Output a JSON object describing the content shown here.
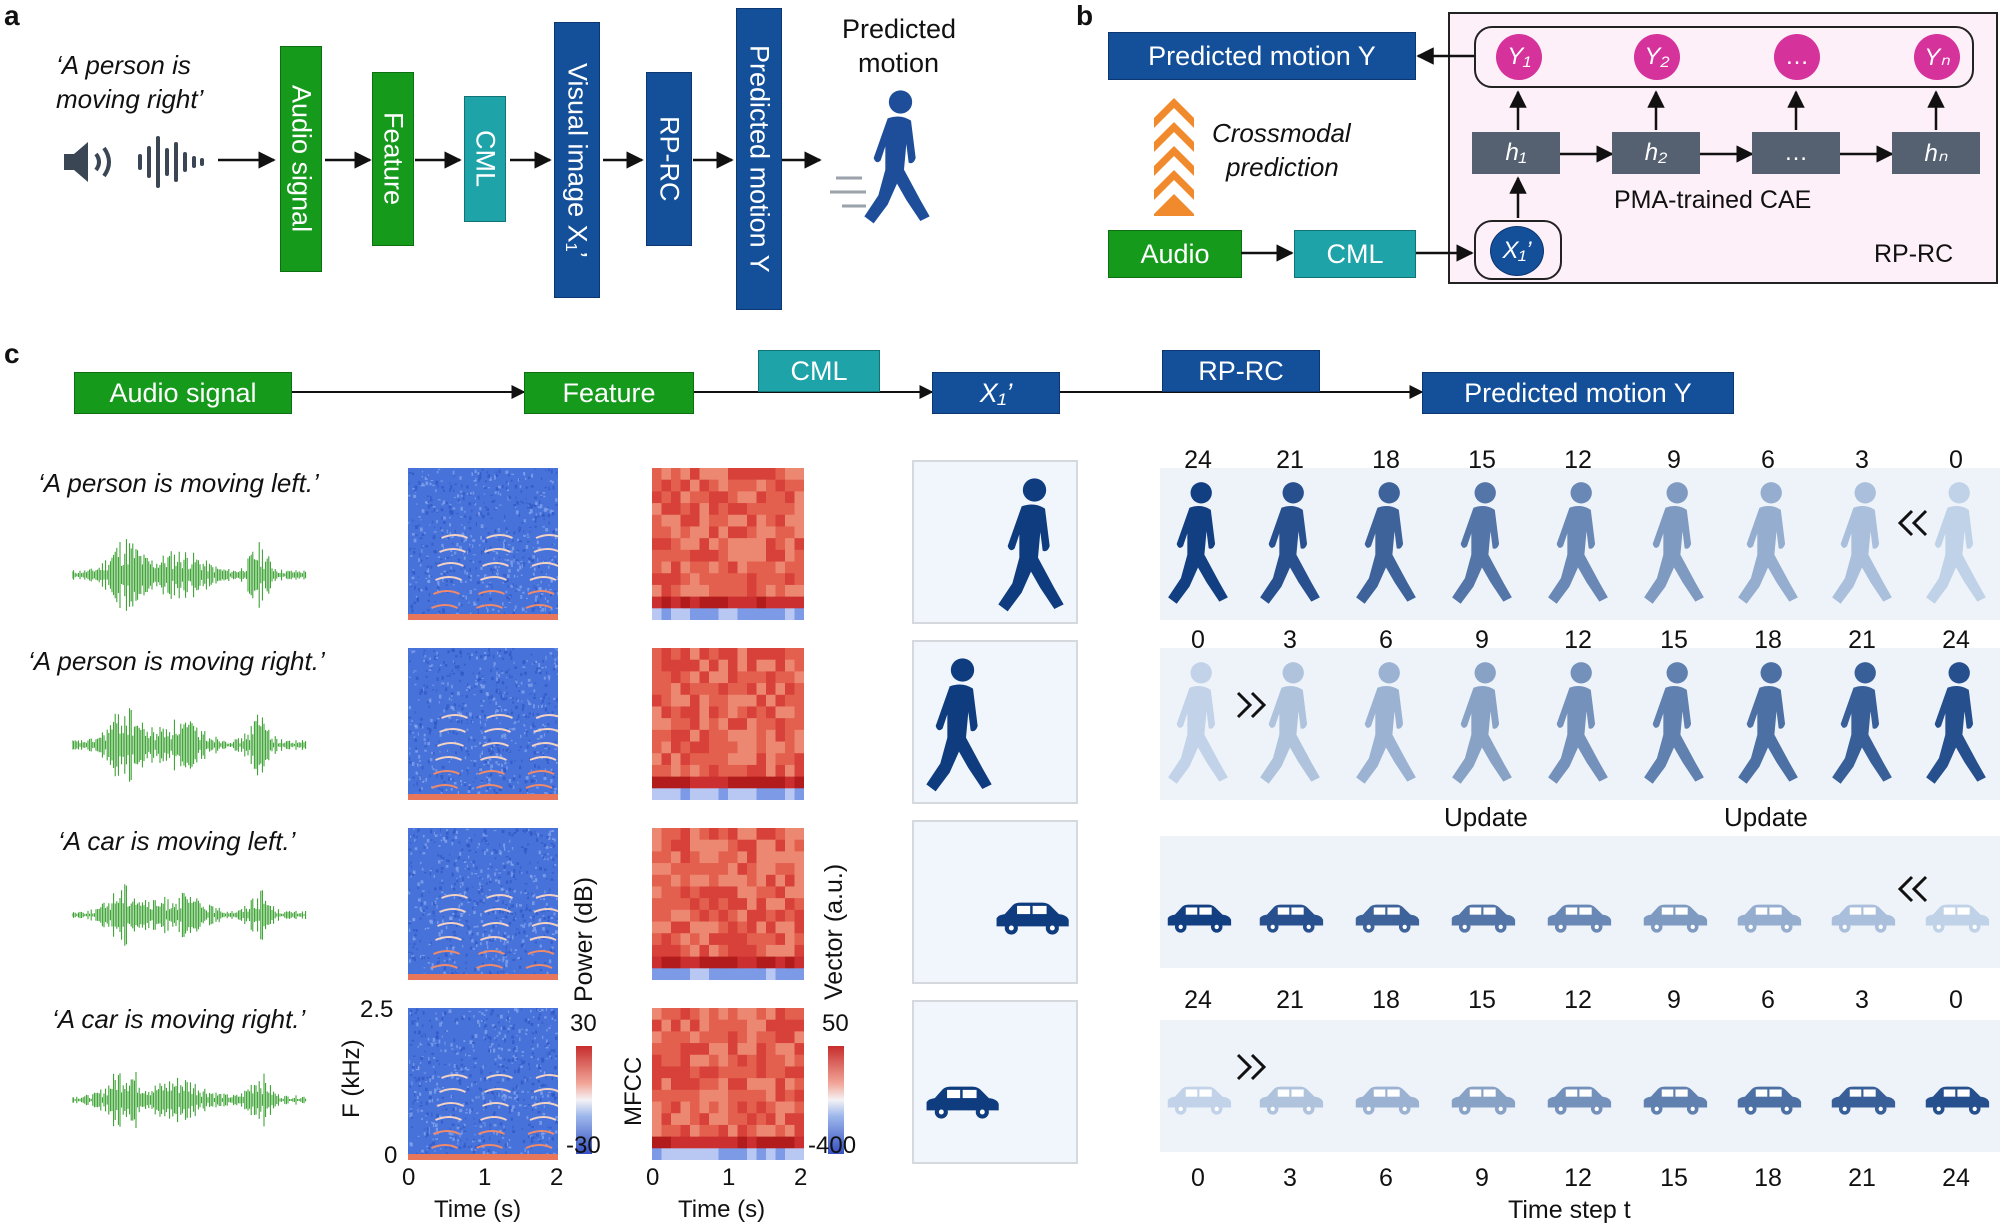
{
  "panel_labels": {
    "a": "a",
    "b": "b",
    "c": "c"
  },
  "colors": {
    "green": "#159a1c",
    "teal": "#1ea3a8",
    "blue": "#144f9a",
    "pink": "#d5329c",
    "gray": "#556170",
    "orange": "#f08a2c",
    "pinkbg": "#fdf0f8"
  },
  "panel_a": {
    "quote_line1": "‘A person is",
    "quote_line2": "moving right’",
    "speaker_icon": "speaker-icon",
    "waveform_icon": "waveform-icon",
    "boxes": {
      "audio": "Audio signal",
      "feature": "Feature",
      "cml": "CML",
      "visual": "Visual image X₁’",
      "rprc": "RP-RC",
      "predicted": "Predicted motion Y"
    },
    "predicted_line1": "Predicted",
    "predicted_line2": "motion",
    "walker_icon": "walking-person-icon"
  },
  "panel_b": {
    "predicted_box": "Predicted motion Y",
    "crossmodal_line1": "Crossmodal",
    "crossmodal_line2": "prediction",
    "audio_box": "Audio",
    "cml_box": "CML",
    "x1_node": "X₁’",
    "outputs": [
      "Y₁",
      "Y₂",
      "…",
      "Yₙ"
    ],
    "hidden": [
      "h₁",
      "h₂",
      "…",
      "hₙ"
    ],
    "cae_label": "PMA-trained CAE",
    "rprc_label": "RP-RC"
  },
  "panel_c": {
    "flow": {
      "audio": "Audio signal",
      "feature": "Feature",
      "cml": "CML",
      "x1": "X₁’",
      "rprc": "RP-RC",
      "predicted": "Predicted motion Y"
    },
    "sentences": [
      "‘A person is moving left.’",
      "‘A person is moving right.’",
      "‘A car is moving left.’",
      "‘A car is moving right.’"
    ],
    "spectrogram": {
      "ylabel": "F (kHz)",
      "ytick_top": "2.5",
      "ytick_bottom": "0",
      "xticks": [
        "0",
        "1",
        "2"
      ],
      "xlabel": "Time (s)",
      "cbar_label": "Power (dB)",
      "cbar_max": "30",
      "cbar_min": "-30"
    },
    "mfcc": {
      "ylabel": "MFCC",
      "xticks": [
        "0",
        "1",
        "2"
      ],
      "xlabel": "Time (s)",
      "cbar_label": "Vector (a.u.)",
      "cbar_max": "50",
      "cbar_min": "-400"
    },
    "row1_steps": [
      "24",
      "21",
      "18",
      "15",
      "12",
      "9",
      "6",
      "3",
      "0"
    ],
    "row2_steps": [
      "0",
      "3",
      "6",
      "9",
      "12",
      "15",
      "18",
      "21",
      "24"
    ],
    "row2_updates": [
      "Update",
      "Update"
    ],
    "row3_steps": [
      "24",
      "21",
      "18",
      "15",
      "12",
      "9",
      "6",
      "3",
      "0"
    ],
    "row4_steps": [
      "0",
      "3",
      "6",
      "9",
      "12",
      "15",
      "18",
      "21",
      "24"
    ],
    "xlabel": "Time step t",
    "arrow_left_icon": "double-chevron-left-icon",
    "arrow_right_icon": "double-chevron-right-icon"
  }
}
